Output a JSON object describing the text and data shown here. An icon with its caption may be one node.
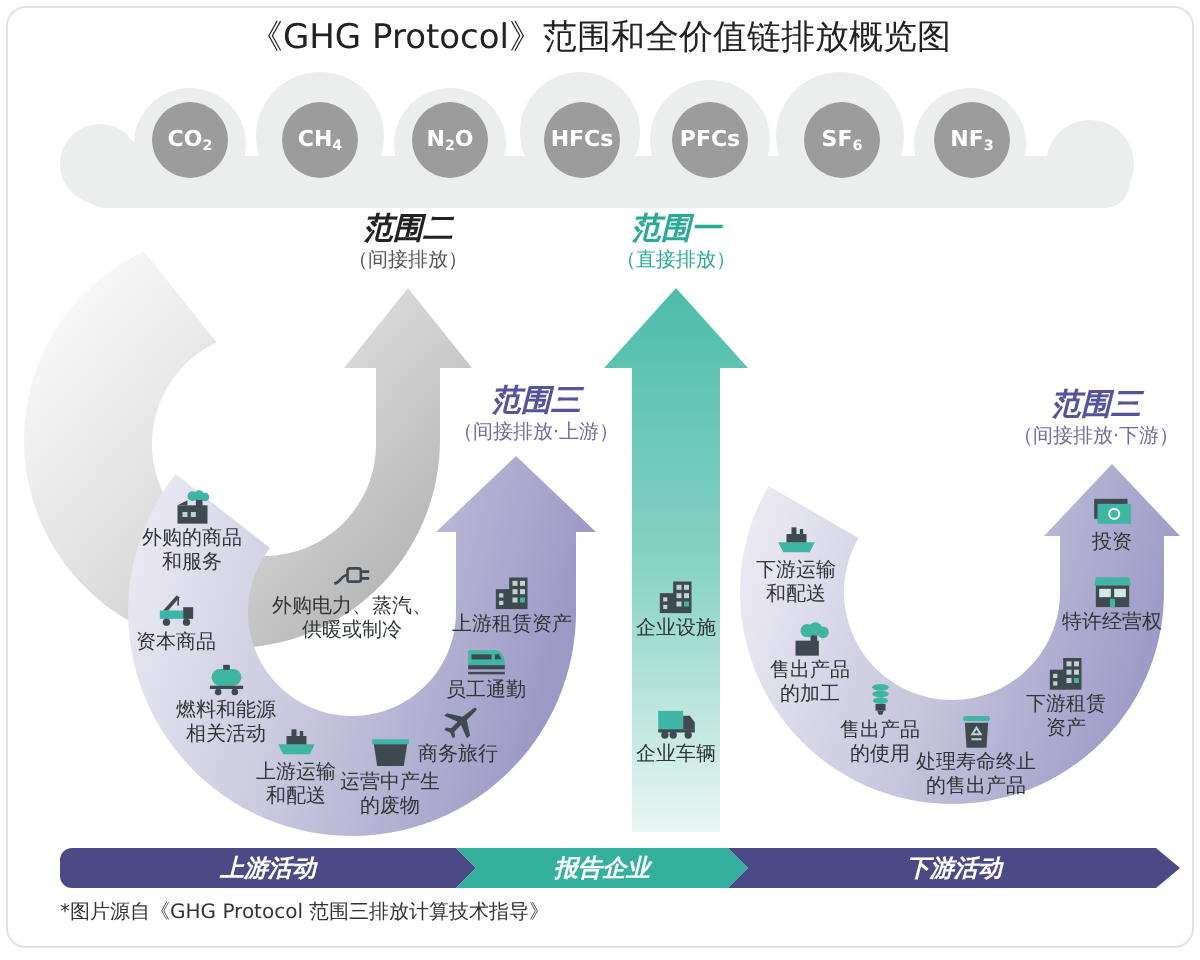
{
  "diagram": {
    "title": "《GHG Protocol》范围和全价值链排放概览图",
    "caption": "*图片源自《GHG Protocol 范围三排放计算技术指导》",
    "nodes": [
      {
        "text": [],
        "shape": "cloud"
      },
      {
        "text": [
          "CO$_{2}$"
        ],
        "in": 0
      },
      {
        "text": [
          "CH$_{4}$"
        ],
        "in": 0
      },
      {
        "text": [
          "N$_{2}$O"
        ],
        "in": 0
      },
      {
        "text": [
          "HFCs"
        ],
        "in": 0
      },
      {
        "text": [
          "PFCs"
        ],
        "in": 0
      },
      {
        "text": [
          "SF$_{6}$"
        ],
        "in": 0
      },
      {
        "text": [
          "NF$_{3}$"
        ],
        "in": 0
      },
      {
        "text": [
          "范围二",
          "（间接排放）"
        ]
      },
      {
        "text": [
          "外购电力、蒸汽、供暖或制冷"
        ],
        "in": 8
      },
      {
        "text": [
          "范围一",
          "（直接排放）"
        ]
      },
      {
        "text": [
          "企业设施"
        ],
        "in": 10
      },
      {
        "text": [
          "企业车辆"
        ],
        "in": 10
      },
      {
        "text": [
          "范围三",
          "（间接排放·上游）"
        ]
      },
      {
        "text": [
          "外购的商品和服务"
        ],
        "in": 13
      },
      {
        "text": [
          "资本商品"
        ]
      },
      {
        "text": [
          "燃料和能源相关活动"
        ],
        "in": 13
      },
      {
        "text": [
          "上游运输和配送"
        ],
        "in": 13
      },
      {
        "text": [
          "运营中产生的废物"
        ],
        "in": 13
      },
      {
        "text": [
          "商务旅行"
        ],
        "in": 13
      },
      {
        "text": [
          "员工通勤"
        ],
        "in": 13
      },
      {
        "text": [
          "上游租赁资产"
        ],
        "in": 13
      },
      {
        "text": [
          "范围三",
          "（间接排放·下游）"
        ]
      },
      {
        "text": [
          "下游运输和配送"
        ],
        "in": 22
      },
      {
        "text": [
          "售出产品的加工"
        ],
        "in": 22
      },
      {
        "text": [
          "售出产品的使用"
        ],
        "in": 22
      },
      {
        "text": [
          "处理寿命终止的售出产品"
        ],
        "in": 22
      },
      {
        "text": [
          "下游租赁资产"
        ],
        "in": 22
      },
      {
        "text": [
          "特许经营权"
        ],
        "in": 22
      },
      {
        "text": [
          "投资"
        ],
        "in": 22
      },
      {
        "text": [
          "上游活动"
        ]
      },
      {
        "text": [
          "报告企业"
        ]
      },
      {
        "text": [
          "下游活动"
        ]
      }
    ]
  }
}
